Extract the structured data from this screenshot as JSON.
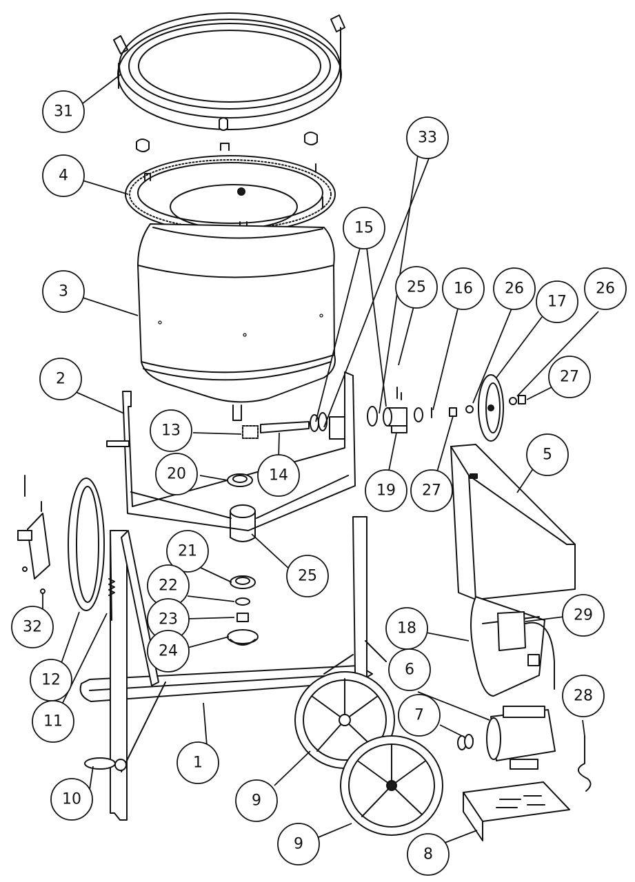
{
  "callouts": [
    {
      "id": "c31",
      "label": "31"
    },
    {
      "id": "c4",
      "label": "4"
    },
    {
      "id": "c33",
      "label": "33"
    },
    {
      "id": "c15",
      "label": "15"
    },
    {
      "id": "c3",
      "label": "3"
    },
    {
      "id": "c25a",
      "label": "25"
    },
    {
      "id": "c16",
      "label": "16"
    },
    {
      "id": "c26a",
      "label": "26"
    },
    {
      "id": "c17",
      "label": "17"
    },
    {
      "id": "c26b",
      "label": "26"
    },
    {
      "id": "c2",
      "label": "2"
    },
    {
      "id": "c27a",
      "label": "27"
    },
    {
      "id": "c13",
      "label": "13"
    },
    {
      "id": "c14",
      "label": "14"
    },
    {
      "id": "c20",
      "label": "20"
    },
    {
      "id": "c19",
      "label": "19"
    },
    {
      "id": "c27b",
      "label": "27"
    },
    {
      "id": "c5",
      "label": "5"
    },
    {
      "id": "c25b",
      "label": "25"
    },
    {
      "id": "c21",
      "label": "21"
    },
    {
      "id": "c22",
      "label": "22"
    },
    {
      "id": "c32",
      "label": "32"
    },
    {
      "id": "c23",
      "label": "23"
    },
    {
      "id": "c29",
      "label": "29"
    },
    {
      "id": "c18",
      "label": "18"
    },
    {
      "id": "c24",
      "label": "24"
    },
    {
      "id": "c6",
      "label": "6"
    },
    {
      "id": "c12",
      "label": "12"
    },
    {
      "id": "c28",
      "label": "28"
    },
    {
      "id": "c11",
      "label": "11"
    },
    {
      "id": "c7",
      "label": "7"
    },
    {
      "id": "c1",
      "label": "1"
    },
    {
      "id": "c10",
      "label": "10"
    },
    {
      "id": "c9a",
      "label": "9"
    },
    {
      "id": "c9b",
      "label": "9"
    },
    {
      "id": "c8",
      "label": "8"
    }
  ]
}
